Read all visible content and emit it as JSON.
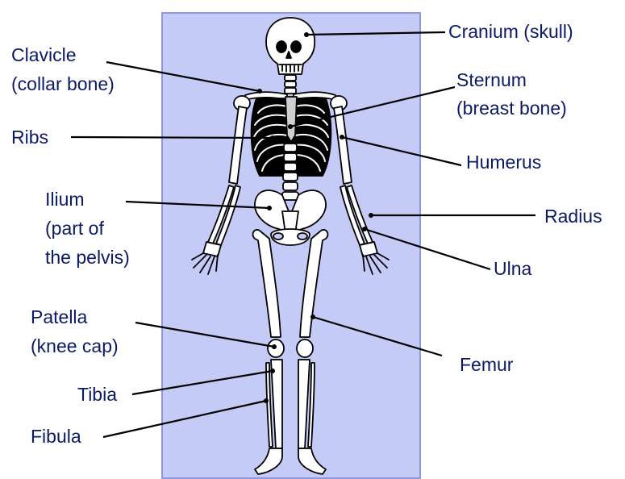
{
  "labels": {
    "cranium": "Cranium (skull)",
    "clavicle_1": "Clavicle",
    "clavicle_2": "(collar bone)",
    "sternum_1": "Sternum",
    "sternum_2": "(breast bone)",
    "ribs": "Ribs",
    "humerus": "Humerus",
    "ilium_1": "Ilium",
    "ilium_2": "(part of",
    "ilium_3": "the pelvis)",
    "radius": "Radius",
    "ulna": "Ulna",
    "patella_1": "Patella",
    "patella_2": "(knee cap)",
    "femur": "Femur",
    "tibia": "Tibia",
    "fibula": "Fibula"
  },
  "colors": {
    "panel": "#c5cbf7",
    "panel_border": "#8f99e0",
    "text": "#0b1a66",
    "bone": "#ffffff",
    "outline": "#000000"
  }
}
